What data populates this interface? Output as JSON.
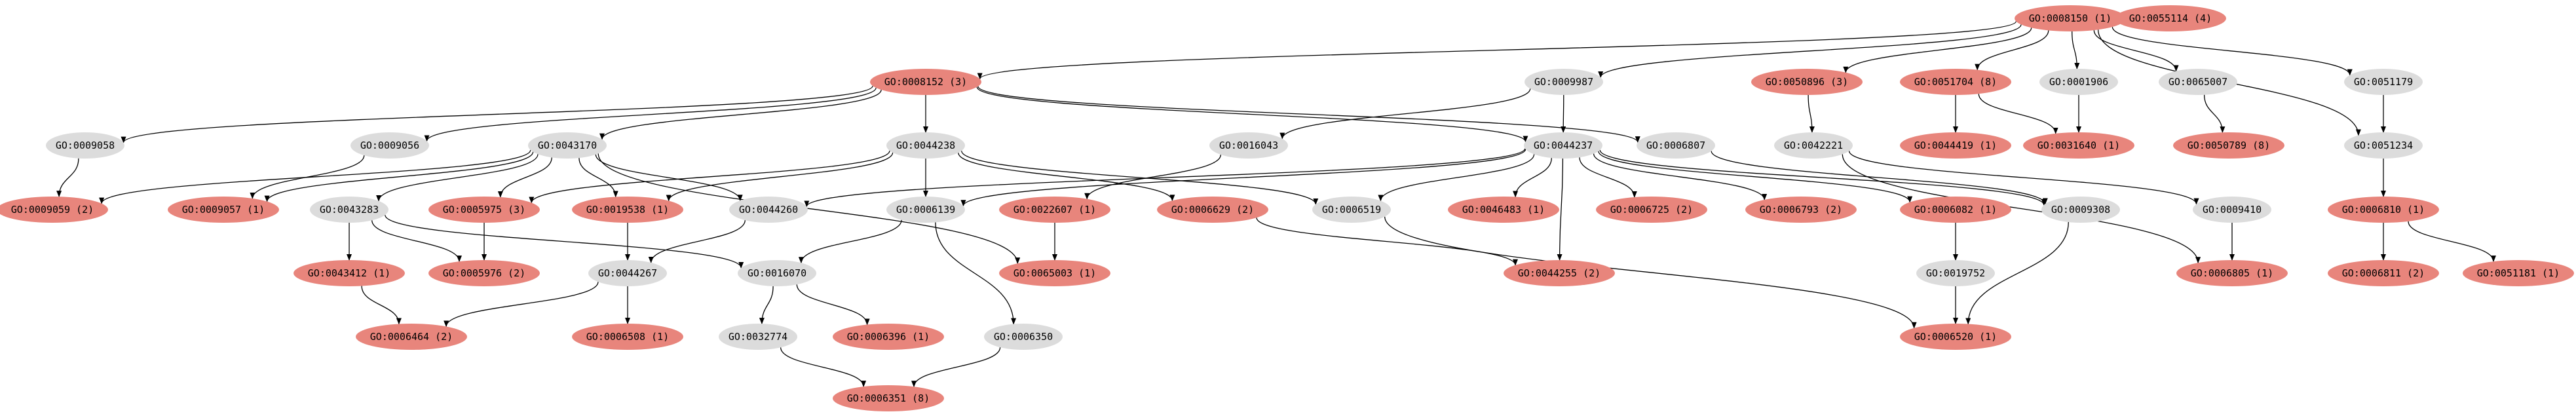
{
  "colors": {
    "highlighted": "#e8857c",
    "plain": "#dcdcdc",
    "edge": "#000000",
    "background": "#ffffff"
  },
  "nodes": [
    {
      "id": "GO:0008150",
      "label": "GO:0008150 (1)",
      "highlighted": true
    },
    {
      "id": "GO:0055114",
      "label": "GO:0055114 (4)",
      "highlighted": true
    },
    {
      "id": "GO:0008152",
      "label": "GO:0008152 (3)",
      "highlighted": true
    },
    {
      "id": "GO:0009987",
      "label": "GO:0009987",
      "highlighted": false
    },
    {
      "id": "GO:0050896",
      "label": "GO:0050896 (3)",
      "highlighted": true
    },
    {
      "id": "GO:0051704",
      "label": "GO:0051704 (8)",
      "highlighted": true
    },
    {
      "id": "GO:0001906",
      "label": "GO:0001906",
      "highlighted": false
    },
    {
      "id": "GO:0065007",
      "label": "GO:0065007",
      "highlighted": false
    },
    {
      "id": "GO:0051179",
      "label": "GO:0051179",
      "highlighted": false
    },
    {
      "id": "GO:0009058",
      "label": "GO:0009058",
      "highlighted": false
    },
    {
      "id": "GO:0009056",
      "label": "GO:0009056",
      "highlighted": false
    },
    {
      "id": "GO:0043170",
      "label": "GO:0043170",
      "highlighted": false
    },
    {
      "id": "GO:0044238",
      "label": "GO:0044238",
      "highlighted": false
    },
    {
      "id": "GO:0016043",
      "label": "GO:0016043",
      "highlighted": false
    },
    {
      "id": "GO:0044237",
      "label": "GO:0044237",
      "highlighted": false
    },
    {
      "id": "GO:0006807",
      "label": "GO:0006807",
      "highlighted": false
    },
    {
      "id": "GO:0042221",
      "label": "GO:0042221",
      "highlighted": false
    },
    {
      "id": "GO:0044419",
      "label": "GO:0044419 (1)",
      "highlighted": true
    },
    {
      "id": "GO:0031640",
      "label": "GO:0031640 (1)",
      "highlighted": true
    },
    {
      "id": "GO:0050789",
      "label": "GO:0050789 (8)",
      "highlighted": true
    },
    {
      "id": "GO:0051234",
      "label": "GO:0051234",
      "highlighted": false
    },
    {
      "id": "GO:0009059",
      "label": "GO:0009059 (2)",
      "highlighted": true
    },
    {
      "id": "GO:0009057",
      "label": "GO:0009057 (1)",
      "highlighted": true
    },
    {
      "id": "GO:0043283",
      "label": "GO:0043283",
      "highlighted": false
    },
    {
      "id": "GO:0005975",
      "label": "GO:0005975 (3)",
      "highlighted": true
    },
    {
      "id": "GO:0019538",
      "label": "GO:0019538 (1)",
      "highlighted": true
    },
    {
      "id": "GO:0044260",
      "label": "GO:0044260",
      "highlighted": false
    },
    {
      "id": "GO:0006139",
      "label": "GO:0006139",
      "highlighted": false
    },
    {
      "id": "GO:0022607",
      "label": "GO:0022607 (1)",
      "highlighted": true
    },
    {
      "id": "GO:0006629",
      "label": "GO:0006629 (2)",
      "highlighted": true
    },
    {
      "id": "GO:0006519",
      "label": "GO:0006519",
      "highlighted": false
    },
    {
      "id": "GO:0046483",
      "label": "GO:0046483 (1)",
      "highlighted": true
    },
    {
      "id": "GO:0006725",
      "label": "GO:0006725 (2)",
      "highlighted": true
    },
    {
      "id": "GO:0006793",
      "label": "GO:0006793 (2)",
      "highlighted": true
    },
    {
      "id": "GO:0006082",
      "label": "GO:0006082 (1)",
      "highlighted": true
    },
    {
      "id": "GO:0009308",
      "label": "GO:0009308",
      "highlighted": false
    },
    {
      "id": "GO:0009410",
      "label": "GO:0009410",
      "highlighted": false
    },
    {
      "id": "GO:0006810",
      "label": "GO:0006810 (1)",
      "highlighted": true
    },
    {
      "id": "GO:0043412",
      "label": "GO:0043412 (1)",
      "highlighted": true
    },
    {
      "id": "GO:0005976",
      "label": "GO:0005976 (2)",
      "highlighted": true
    },
    {
      "id": "GO:0044267",
      "label": "GO:0044267",
      "highlighted": false
    },
    {
      "id": "GO:0016070",
      "label": "GO:0016070",
      "highlighted": false
    },
    {
      "id": "GO:0065003",
      "label": "GO:0065003 (1)",
      "highlighted": true
    },
    {
      "id": "GO:0044255",
      "label": "GO:0044255 (2)",
      "highlighted": true
    },
    {
      "id": "GO:0019752",
      "label": "GO:0019752",
      "highlighted": false
    },
    {
      "id": "GO:0006805",
      "label": "GO:0006805 (1)",
      "highlighted": true
    },
    {
      "id": "GO:0006811",
      "label": "GO:0006811 (2)",
      "highlighted": true
    },
    {
      "id": "GO:0051181",
      "label": "GO:0051181 (1)",
      "highlighted": true
    },
    {
      "id": "GO:0006464",
      "label": "GO:0006464 (2)",
      "highlighted": true
    },
    {
      "id": "GO:0006508",
      "label": "GO:0006508 (1)",
      "highlighted": true
    },
    {
      "id": "GO:0032774",
      "label": "GO:0032774",
      "highlighted": false
    },
    {
      "id": "GO:0006396",
      "label": "GO:0006396 (1)",
      "highlighted": true
    },
    {
      "id": "GO:0006350",
      "label": "GO:0006350",
      "highlighted": false
    },
    {
      "id": "GO:0006520",
      "label": "GO:0006520 (1)",
      "highlighted": true
    },
    {
      "id": "GO:0006351",
      "label": "GO:0006351 (8)",
      "highlighted": true
    }
  ],
  "edges": [
    [
      "GO:0008150",
      "GO:0008152"
    ],
    [
      "GO:0008150",
      "GO:0009987"
    ],
    [
      "GO:0008150",
      "GO:0050896"
    ],
    [
      "GO:0008150",
      "GO:0051704"
    ],
    [
      "GO:0008150",
      "GO:0001906"
    ],
    [
      "GO:0008150",
      "GO:0065007"
    ],
    [
      "GO:0008150",
      "GO:0051179"
    ],
    [
      "GO:0008150",
      "GO:0051234"
    ],
    [
      "GO:0008152",
      "GO:0009058"
    ],
    [
      "GO:0008152",
      "GO:0009056"
    ],
    [
      "GO:0008152",
      "GO:0043170"
    ],
    [
      "GO:0008152",
      "GO:0044238"
    ],
    [
      "GO:0008152",
      "GO:0044237"
    ],
    [
      "GO:0008152",
      "GO:0006807"
    ],
    [
      "GO:0009987",
      "GO:0016043"
    ],
    [
      "GO:0009987",
      "GO:0044237"
    ],
    [
      "GO:0050896",
      "GO:0042221"
    ],
    [
      "GO:0051704",
      "GO:0044419"
    ],
    [
      "GO:0051704",
      "GO:0031640"
    ],
    [
      "GO:0001906",
      "GO:0031640"
    ],
    [
      "GO:0065007",
      "GO:0050789"
    ],
    [
      "GO:0051179",
      "GO:0051234"
    ],
    [
      "GO:0009058",
      "GO:0009059"
    ],
    [
      "GO:0009056",
      "GO:0009057"
    ],
    [
      "GO:0043170",
      "GO:0009059"
    ],
    [
      "GO:0043170",
      "GO:0009057"
    ],
    [
      "GO:0043170",
      "GO:0043283"
    ],
    [
      "GO:0043170",
      "GO:0005975"
    ],
    [
      "GO:0043170",
      "GO:0019538"
    ],
    [
      "GO:0043170",
      "GO:0044260"
    ],
    [
      "GO:0043170",
      "GO:0065003"
    ],
    [
      "GO:0044238",
      "GO:0005975"
    ],
    [
      "GO:0044238",
      "GO:0019538"
    ],
    [
      "GO:0044238",
      "GO:0006139"
    ],
    [
      "GO:0044238",
      "GO:0006629"
    ],
    [
      "GO:0044238",
      "GO:0006519"
    ],
    [
      "GO:0016043",
      "GO:0022607"
    ],
    [
      "GO:0044237",
      "GO:0044260"
    ],
    [
      "GO:0044237",
      "GO:0006139"
    ],
    [
      "GO:0044237",
      "GO:0006519"
    ],
    [
      "GO:0044237",
      "GO:0046483"
    ],
    [
      "GO:0044237",
      "GO:0006725"
    ],
    [
      "GO:0044237",
      "GO:0006793"
    ],
    [
      "GO:0044237",
      "GO:0006082"
    ],
    [
      "GO:0044237",
      "GO:0009308"
    ],
    [
      "GO:0044237",
      "GO:0044255"
    ],
    [
      "GO:0006807",
      "GO:0009308"
    ],
    [
      "GO:0042221",
      "GO:0009410"
    ],
    [
      "GO:0042221",
      "GO:0006805"
    ],
    [
      "GO:0051234",
      "GO:0006810"
    ],
    [
      "GO:0043283",
      "GO:0043412"
    ],
    [
      "GO:0043283",
      "GO:0005976"
    ],
    [
      "GO:0043283",
      "GO:0016070"
    ],
    [
      "GO:0005975",
      "GO:0005976"
    ],
    [
      "GO:0019538",
      "GO:0044267"
    ],
    [
      "GO:0044260",
      "GO:0044267"
    ],
    [
      "GO:0006139",
      "GO:0016070"
    ],
    [
      "GO:0006139",
      "GO:0006350"
    ],
    [
      "GO:0022607",
      "GO:0065003"
    ],
    [
      "GO:0006629",
      "GO:0044255"
    ],
    [
      "GO:0006519",
      "GO:0006520"
    ],
    [
      "GO:0006082",
      "GO:0019752"
    ],
    [
      "GO:0009308",
      "GO:0006520"
    ],
    [
      "GO:0009410",
      "GO:0006805"
    ],
    [
      "GO:0006810",
      "GO:0006811"
    ],
    [
      "GO:0006810",
      "GO:0051181"
    ],
    [
      "GO:0043412",
      "GO:0006464"
    ],
    [
      "GO:0044267",
      "GO:0006464"
    ],
    [
      "GO:0044267",
      "GO:0006508"
    ],
    [
      "GO:0016070",
      "GO:0032774"
    ],
    [
      "GO:0016070",
      "GO:0006396"
    ],
    [
      "GO:0019752",
      "GO:0006520"
    ],
    [
      "GO:0032774",
      "GO:0006351"
    ],
    [
      "GO:0006350",
      "GO:0006351"
    ]
  ]
}
